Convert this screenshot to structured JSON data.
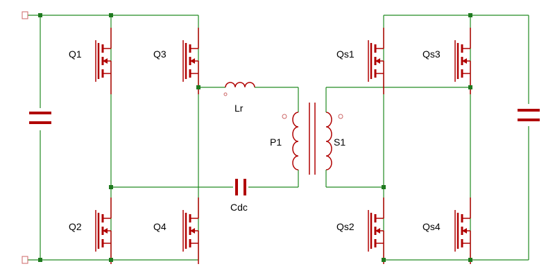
{
  "diagram": {
    "components": {
      "q1": "Q1",
      "q2": "Q2",
      "q3": "Q3",
      "q4": "Q4",
      "qs1": "Qs1",
      "qs2": "Qs2",
      "qs3": "Qs3",
      "qs4": "Qs4",
      "lr": "Lr",
      "cdc": "Cdc",
      "p1": "P1",
      "s1": "S1"
    },
    "colors": {
      "wire": "#208a20",
      "component": "#b00000",
      "node": "#1f7a1f",
      "terminal": "#cc6666"
    }
  }
}
